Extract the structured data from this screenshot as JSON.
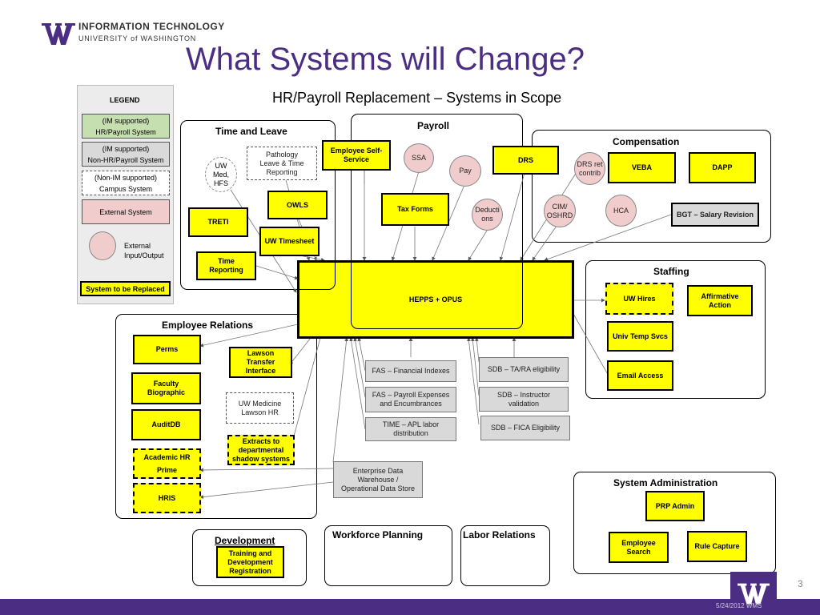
{
  "header": {
    "logo_line1": "INFORMATION TECHNOLOGY",
    "logo_line2": "UNIVERSITY of WASHINGTON",
    "title": "What Systems will Change?",
    "subtitle": "HR/Payroll Replacement – Systems in Scope"
  },
  "legend": {
    "title": "LEGEND",
    "im_1": "(IM supported)",
    "im_2": "HR/Payroll System",
    "nonhr_1": "(IM supported)",
    "nonhr_2": "Non-HR/Payroll System",
    "nonim_1": "(Non-IM supported)",
    "nonim_2": "Campus System",
    "external": "External System",
    "io_1": "External",
    "io_2": "Input/Output",
    "replace": "System to be Replaced"
  },
  "groups": {
    "time_leave": "Time and Leave",
    "payroll": "Payroll",
    "compensation": "Compensation",
    "staffing": "Staffing",
    "employee_relations": "Employee Relations",
    "system_admin": "System Administration",
    "development": "Development",
    "workforce": "Workforce Planning",
    "labor": "Labor Relations"
  },
  "nodes": {
    "uwmed": [
      "UW",
      "Med,",
      "HFS"
    ],
    "pathology": [
      "Pathology",
      "Leave & Time",
      "Reporting"
    ],
    "treti": "TRETI",
    "owls": "OWLS",
    "uw_timesheet": "UW Timesheet",
    "time_reporting": [
      "Time",
      "Reporting"
    ],
    "ess": [
      "Employee Self-",
      "Service"
    ],
    "ssa": "SSA",
    "pay": "Pay",
    "drs": "DRS",
    "tax_forms": "Tax Forms",
    "deductions": [
      "Deducti",
      "ons"
    ],
    "drs_ret": [
      "DRS ret",
      "contrib"
    ],
    "veba": "VEBA",
    "dapp": "DAPP",
    "cim": [
      "CIM/",
      "OSHRD"
    ],
    "hca": "HCA",
    "bgt": "BGT – Salary Revision",
    "hepps": "HEPPS + OPUS",
    "uw_hires": "UW Hires",
    "affirmative": [
      "Affirmative",
      "Action"
    ],
    "temp_svcs": "Univ Temp Svcs",
    "email_access": "Email Access",
    "perms": "Perms",
    "lawson": [
      "Lawson",
      "Transfer",
      "Interface"
    ],
    "faculty": [
      "Faculty",
      "Biographic"
    ],
    "uw_medicine": [
      "UW Medicine",
      "Lawson HR"
    ],
    "auditdb": "AuditDB",
    "extracts": [
      "Extracts to",
      "departmental",
      "shadow systems"
    ],
    "academic_hr": [
      "Academic HR",
      "Prime"
    ],
    "hris": "HRIS",
    "fas_fin": "FAS – Financial Indexes",
    "fas_pay": [
      "FAS – Payroll Expenses",
      "and Encumbrances"
    ],
    "time_apl": [
      "TIME – APL labor",
      "distribution"
    ],
    "sdb_tara": "SDB – TA/RA eligibility",
    "sdb_instr": [
      "SDB – Instructor",
      "validation"
    ],
    "sdb_fica": "SDB – FICA Eligibility",
    "edw": [
      "Enterprise Data",
      "Warehouse /",
      "Operational Data Store"
    ],
    "prp_admin": "PRP Admin",
    "emp_search": [
      "Employee",
      "Search"
    ],
    "rule_capture": "Rule Capture",
    "training": [
      "Training and",
      "Development",
      "Registration"
    ]
  },
  "footer": {
    "page_number": "3",
    "date": "5/24/2012",
    "initials": "WMS"
  },
  "colors": {
    "title": "#4b2e83",
    "footer_bar": "#4b2e83",
    "replace_fill": "#ffff00",
    "im_fill": "#c6dfb0",
    "external_fill": "#f0cccc",
    "non_hr_fill": "#d9d9d9"
  }
}
